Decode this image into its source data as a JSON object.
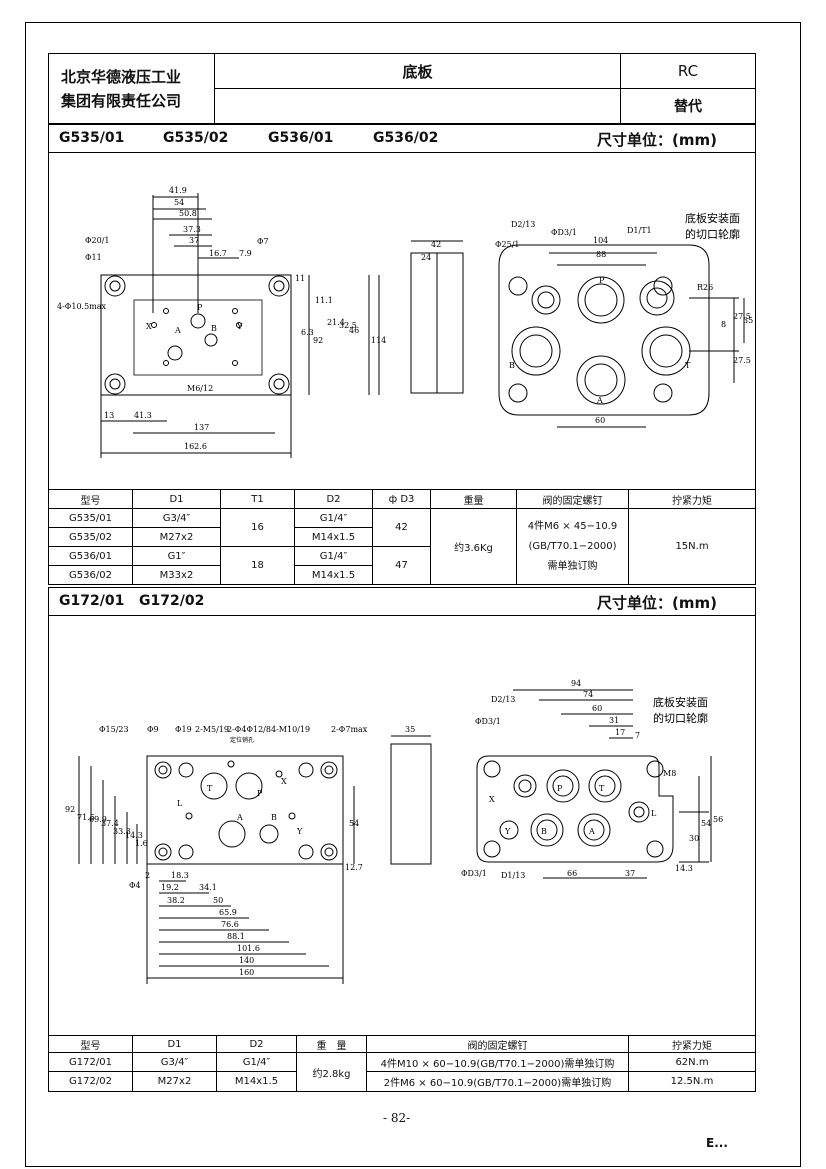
{
  "header": {
    "company_line1": "北京华德液压工业",
    "company_line2": "集团有限责任公司",
    "title": "底板",
    "code": "RC",
    "replace_label": "替代"
  },
  "section1": {
    "models": [
      "G535/01",
      "G535/02",
      "G536/01",
      "G536/02"
    ],
    "unit": "尺寸单位：(mm)",
    "drawing": {
      "note": "底板安装面\n的切口轮廓",
      "note_line1": "底板安装面",
      "note_line2": "的切口轮廓",
      "dims": {
        "d419": "41.9",
        "d54": "54",
        "d508": "50.8",
        "d373": "37.3",
        "d37": "37",
        "d167": "16.7",
        "d79": "7.9",
        "phi7": "Φ7",
        "phi20": "Φ20/1",
        "phi11": "Φ11",
        "holes": "4-Φ10.5max",
        "d111": "11",
        "d111b": "11.1",
        "d63": "6.3",
        "d214": "21.4",
        "d325": "32.5",
        "d46": "46",
        "d92": "92",
        "d114": "114",
        "m6": "M6/12",
        "d13": "13",
        "d413": "41.3",
        "d137": "137",
        "d1626": "162.6",
        "d42": "42",
        "d24": "24",
        "d2213": "D2/13",
        "phi31": "ΦD3/1",
        "d1t1": "D1/T1",
        "phi251": "Φ25/1",
        "d104": "104",
        "d88": "88",
        "d8": "8",
        "d35": "35",
        "d275a": "27.5",
        "d275b": "27.5",
        "d60": "60",
        "r26": "R26",
        "lp": "P",
        "la": "A",
        "lb": "B",
        "lt": "T",
        "lx": "X",
        "ly": "Y"
      }
    },
    "table": {
      "headers": [
        "型号",
        "D1",
        "T1",
        "D2",
        "ф D3",
        "重量",
        "阀的固定螺钉",
        "拧紧力矩"
      ],
      "rows": [
        [
          "G535/01",
          "G3/4″",
          "",
          "G1/4″",
          "",
          "",
          "",
          ""
        ],
        [
          "G535/02",
          "M27x2",
          "",
          "M14x1.5",
          "",
          "",
          "",
          ""
        ],
        [
          "G536/01",
          "G1″",
          "",
          "G1/4″",
          "",
          "",
          "",
          ""
        ],
        [
          "G536/02",
          "M33x2",
          "",
          "M14x1.5",
          "",
          "",
          "",
          ""
        ]
      ],
      "t1_a": "16",
      "t1_b": "18",
      "d3_a": "42",
      "d3_b": "47",
      "weight": "约3.6Kg",
      "screw_1": "4件M6 × 45−10.9",
      "screw_2": "(GB/T70.1−2000)",
      "screw_3": "需单独订购",
      "torque": "15N.m"
    }
  },
  "section2": {
    "models": [
      "G172/01",
      "G172/02"
    ],
    "unit": "尺寸单位：(mm)",
    "drawing": {
      "note_line1": "底板安装面",
      "note_line2": "的切口轮廓",
      "dims": {
        "phi15": "Φ15/23",
        "phi9": "Φ9",
        "phi19": "Φ19",
        "m5": "2-M5/19",
        "phi4012": "2-Φ4Φ12/8",
        "pos": "定位销孔",
        "m10": "4-M10/19",
        "phi7": "2-Φ7max",
        "d92": "92",
        "d715": "71.5",
        "d699": "69.9",
        "d374": "37.4",
        "d333": "33.3",
        "d143": "14.3",
        "d16": "1.6",
        "d2": "2",
        "d183": "18.3",
        "d192": "19.2",
        "d341": "34.1",
        "d382": "38.2",
        "d50": "50",
        "d659": "65.9",
        "d766": "76.6",
        "d881": "88.1",
        "d1016": "101.6",
        "d140": "140",
        "d160": "160",
        "d54": "54",
        "d127": "12.7",
        "phi4": "Φ4",
        "d35": "35",
        "d94": "94",
        "d74": "74",
        "d60": "60",
        "d31": "31",
        "d17": "17",
        "d7": "7",
        "d2213": "D2/13",
        "phi31": "ΦD3/1",
        "m8": "M8",
        "d30": "30",
        "d54b": "54",
        "d56": "56",
        "d143b": "14.3",
        "d66": "66",
        "d37": "37",
        "phi13": "ΦD3/1",
        "d1": "D1/13",
        "lp": "P",
        "la": "A",
        "lb": "B",
        "lt": "T",
        "lx": "X",
        "ly": "Y",
        "ll": "L"
      }
    },
    "table": {
      "headers": [
        "型号",
        "D1",
        "D2",
        "重　量",
        "阀的固定螺钉",
        "拧紧力矩"
      ],
      "rows": [
        [
          "G172/01",
          "G3/4″",
          "G1/4″",
          "4件M10 × 60−10.9(GB/T70.1−2000)需单独订购",
          "62N.m"
        ],
        [
          "G172/02",
          "M27x2",
          "M14x1.5",
          "2件M6 × 60−10.9(GB/T70.1−2000)需单独订购",
          "12.5N.m"
        ]
      ],
      "weight": "约2.8kg"
    }
  },
  "footer": {
    "page_number": "- 82-",
    "mark": "E..."
  }
}
